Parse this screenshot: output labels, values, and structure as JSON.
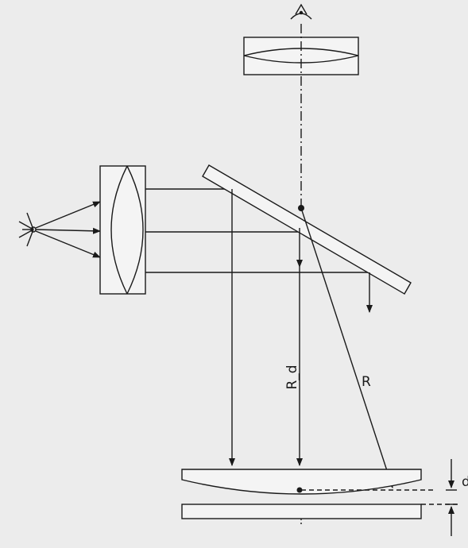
{
  "labels": {
    "rd": "R_d",
    "r": "R",
    "gap": "d"
  },
  "colors": {
    "background": "#ececec",
    "line": "#1a1a1a",
    "surface": "#f4f4f4"
  },
  "icons": {
    "observer": "eye-icon",
    "source": "light-source-icon"
  }
}
